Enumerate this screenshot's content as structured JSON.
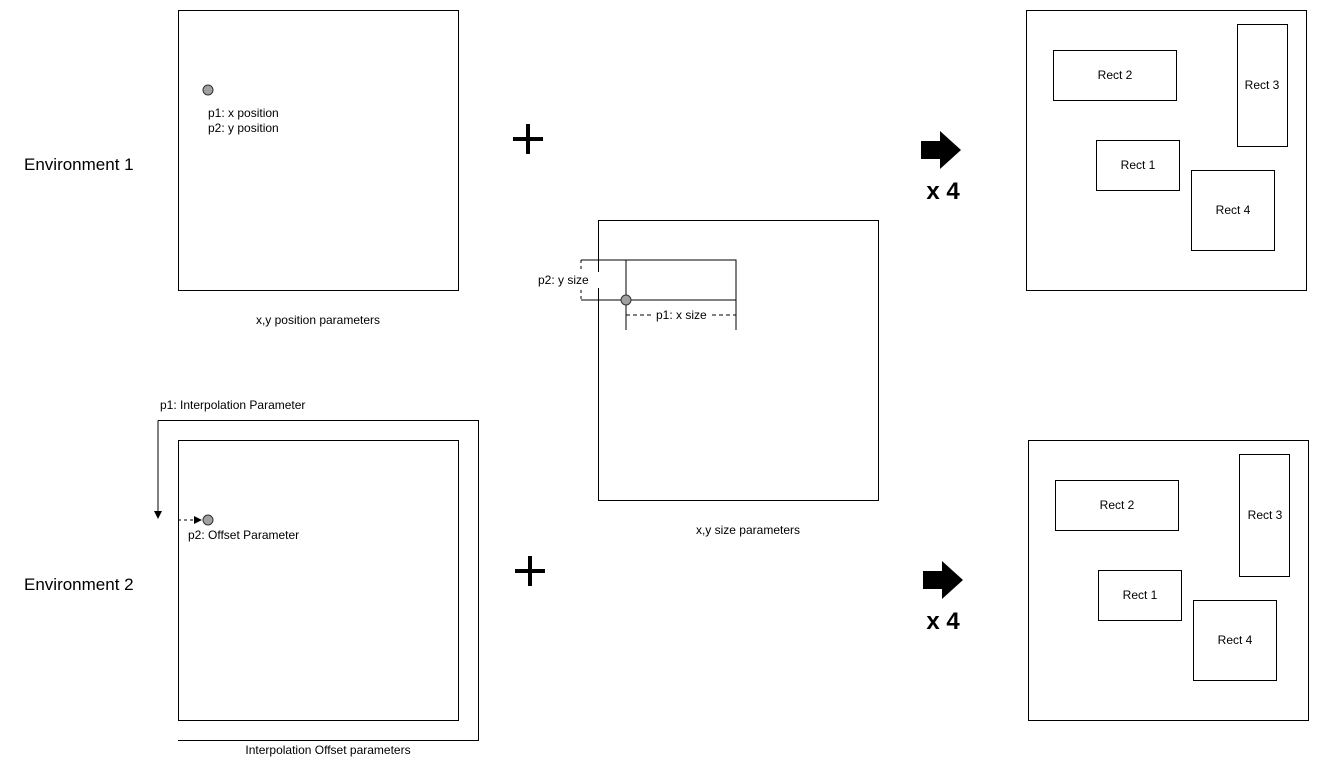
{
  "env1": {
    "label": "Environment 1",
    "pos_p1": "p1: x position",
    "pos_p2": "p2: y position",
    "pos_caption": "x,y position parameters",
    "multiplier": "x 4"
  },
  "env2": {
    "label": "Environment 2",
    "interp_p1": "p1: Interpolation Parameter",
    "interp_p2": "p2: Offset Parameter",
    "interp_caption": "Interpolation Offset parameters",
    "multiplier": "x 4"
  },
  "size": {
    "p2": "p2: y size",
    "p1": "p1: x size",
    "caption": "x,y size parameters"
  },
  "rects": {
    "r1": "Rect 1",
    "r2": "Rect 2",
    "r3": "Rect 3",
    "r4": "Rect 4"
  },
  "colors": {
    "point_fill": "#a0a0a0",
    "stroke": "#000000"
  }
}
